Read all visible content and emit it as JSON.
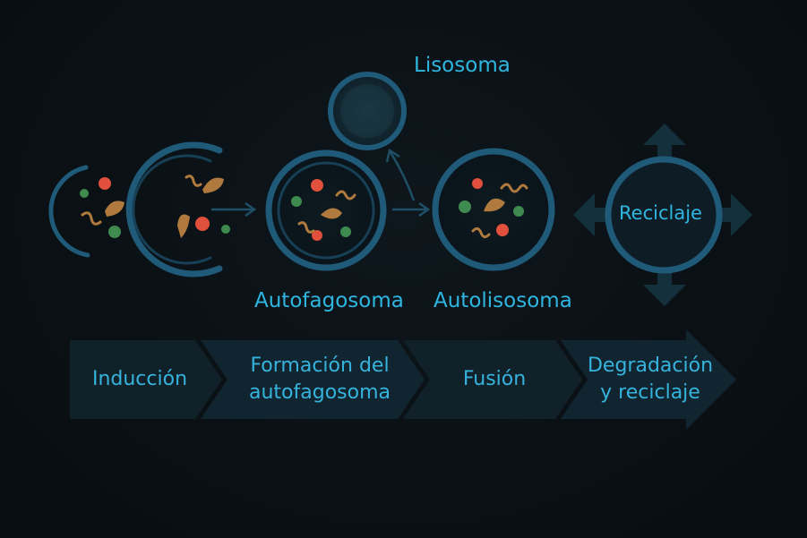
{
  "labels": {
    "lysosome": "Lisosoma",
    "autophagosome": "Autofagosoma",
    "autolysosome": "Autolisosoma",
    "recycling": "Reciclaje"
  },
  "steps": [
    {
      "line1": "Inducción",
      "line2": ""
    },
    {
      "line1": "Formación del",
      "line2": "autofagosoma"
    },
    {
      "line1": "Fusión",
      "line2": ""
    },
    {
      "line1": "Degradación",
      "line2": "y reciclaje"
    }
  ],
  "colors": {
    "background": "#0a1014",
    "membrane": "#1f5a78",
    "label": "#2fb6e0",
    "organelle_red": "#e0503c",
    "organelle_green": "#3f8a4e",
    "organelle_brown": "#b07a3f",
    "arrow_band": "#132631"
  }
}
